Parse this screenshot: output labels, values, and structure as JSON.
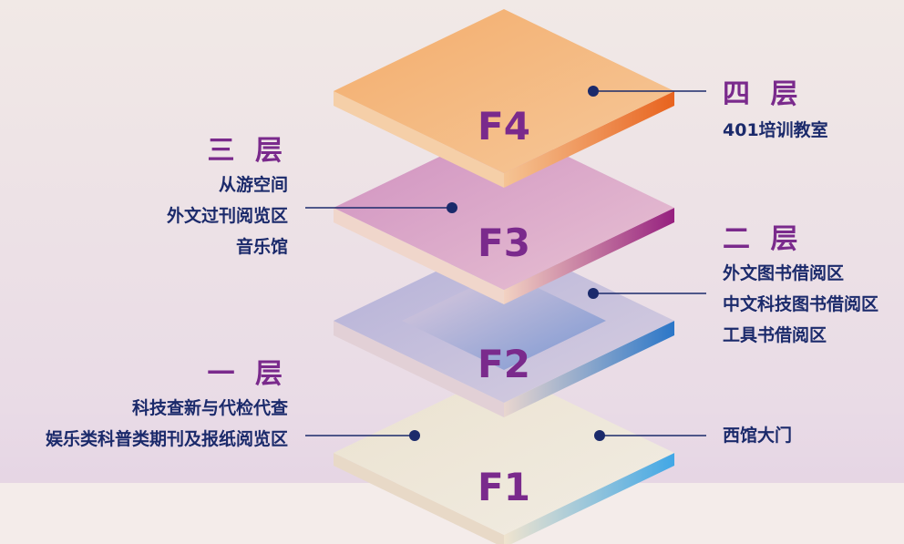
{
  "floors": [
    {
      "id": "F4",
      "name": "四 层",
      "items": [
        "401培训教室"
      ]
    },
    {
      "id": "F3",
      "name": "三 层",
      "items": [
        "从游空间",
        "外文过刊阅览区",
        "音乐馆"
      ]
    },
    {
      "id": "F2",
      "name": "二 层",
      "items": [
        "外文图书借阅区",
        "中文科技图书借阅区",
        "工具书借阅区"
      ]
    },
    {
      "id": "F1",
      "name": "一 层",
      "items": [
        "科技查新与代检代查",
        "娱乐类科普类期刊及报纸阅览区"
      ]
    }
  ],
  "entrance": "西馆大门",
  "colors": {
    "heading": "#7a2a8c",
    "item": "#1b2a6b",
    "dot": "#1b2a6b",
    "f4": "#f0a25c",
    "f3": "#d9a0c8",
    "f2": "#b8b8d8",
    "f1": "#ece5d6"
  }
}
